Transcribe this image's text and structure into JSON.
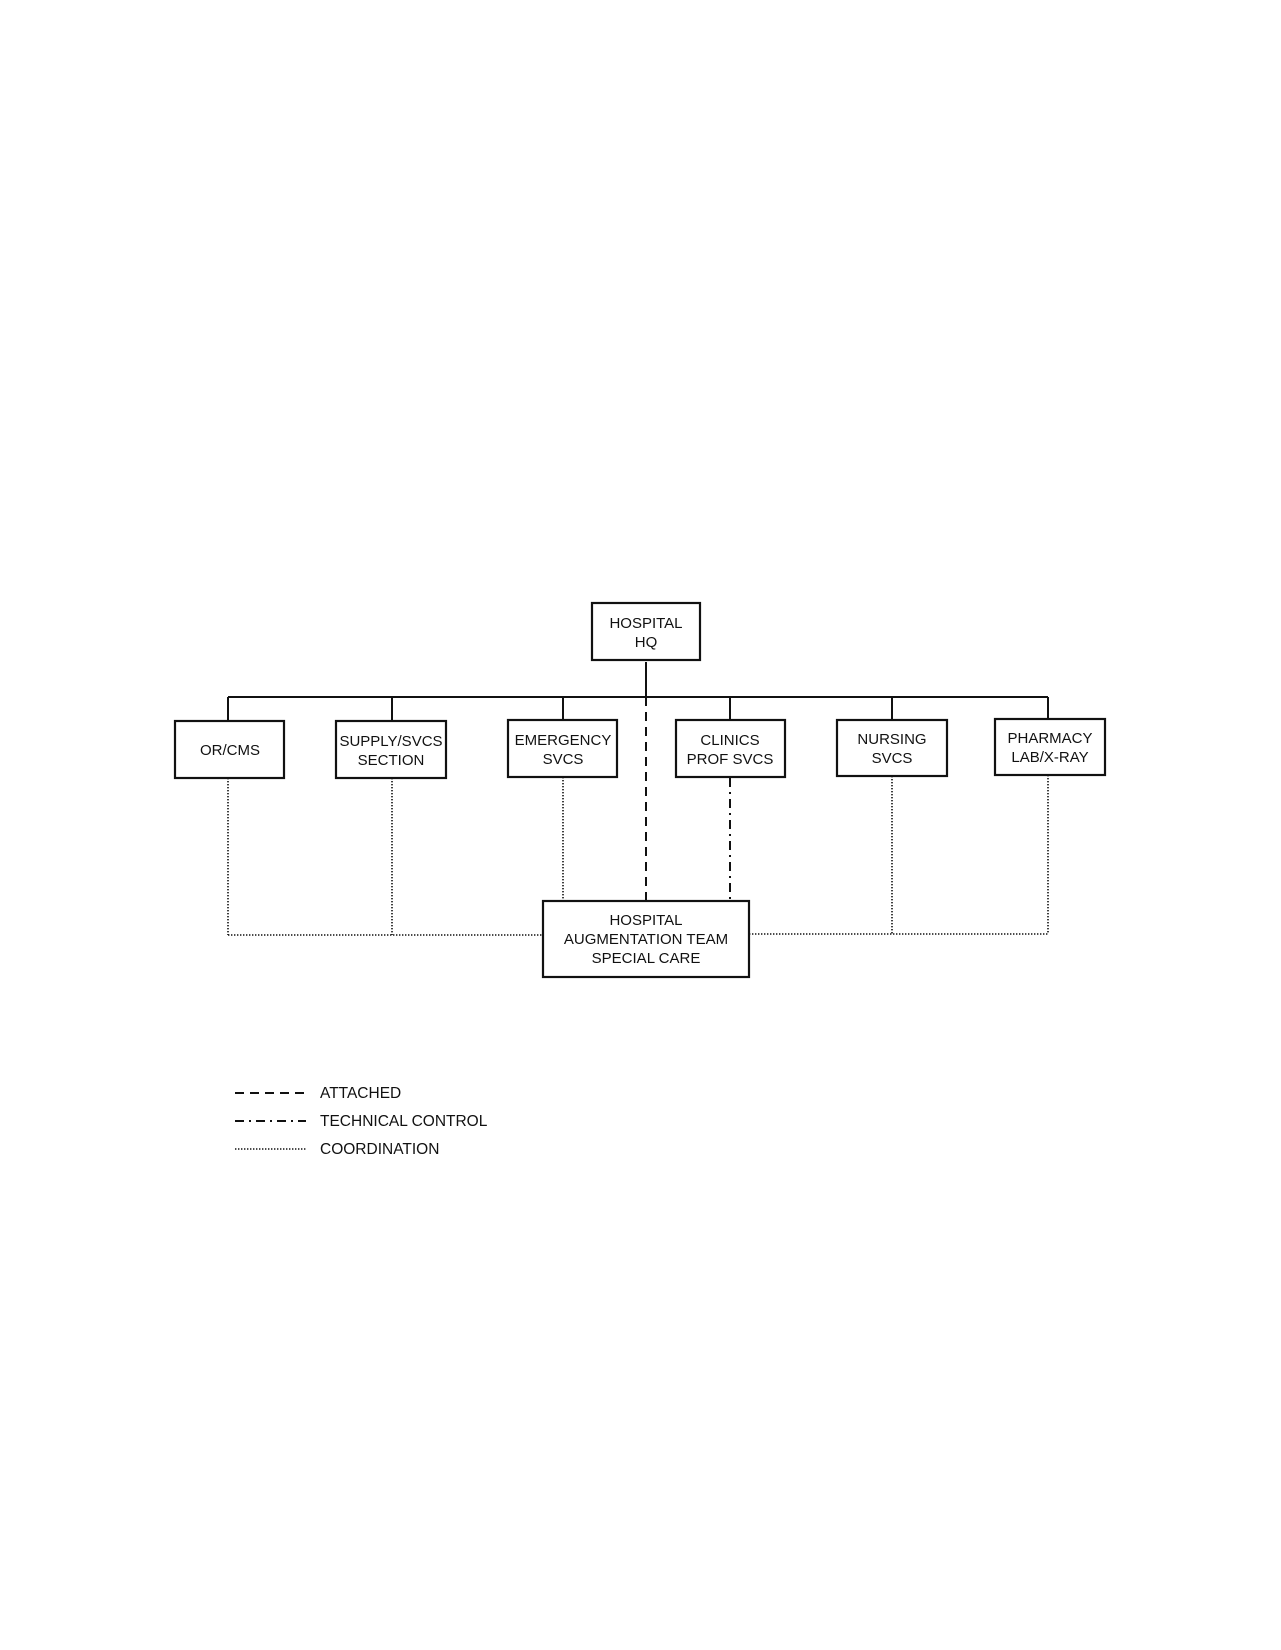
{
  "diagram": {
    "nodes": {
      "hq": {
        "line1": "HOSPITAL",
        "line2": "HQ"
      },
      "or_cms": {
        "line1": "OR/CMS"
      },
      "supply": {
        "line1": "SUPPLY/SVCS",
        "line2": "SECTION"
      },
      "emergency": {
        "line1": "EMERGENCY",
        "line2": "SVCS"
      },
      "clinics": {
        "line1": "CLINICS",
        "line2": "PROF SVCS"
      },
      "nursing": {
        "line1": "NURSING",
        "line2": "SVCS"
      },
      "pharmacy": {
        "line1": "PHARMACY",
        "line2": "LAB/X-RAY"
      },
      "augmentation": {
        "line1": "HOSPITAL",
        "line2": "AUGMENTATION TEAM",
        "line3": "SPECIAL CARE"
      }
    },
    "relationships": [
      {
        "from": "HOSPITAL HQ",
        "to": "OR/CMS",
        "type": "solid"
      },
      {
        "from": "HOSPITAL HQ",
        "to": "SUPPLY/SVCS SECTION",
        "type": "solid"
      },
      {
        "from": "HOSPITAL HQ",
        "to": "EMERGENCY SVCS",
        "type": "solid"
      },
      {
        "from": "HOSPITAL HQ",
        "to": "CLINICS PROF SVCS",
        "type": "solid"
      },
      {
        "from": "HOSPITAL HQ",
        "to": "NURSING SVCS",
        "type": "solid"
      },
      {
        "from": "HOSPITAL HQ",
        "to": "PHARMACY LAB/X-RAY",
        "type": "solid"
      },
      {
        "from": "HOSPITAL HQ",
        "to": "HOSPITAL AUGMENTATION TEAM SPECIAL CARE",
        "type": "attached"
      },
      {
        "from": "CLINICS PROF SVCS",
        "to": "HOSPITAL AUGMENTATION TEAM SPECIAL CARE",
        "type": "technical control"
      },
      {
        "from": "OR/CMS",
        "to": "HOSPITAL AUGMENTATION TEAM SPECIAL CARE",
        "type": "coordination"
      },
      {
        "from": "SUPPLY/SVCS SECTION",
        "to": "HOSPITAL AUGMENTATION TEAM SPECIAL CARE",
        "type": "coordination"
      },
      {
        "from": "EMERGENCY SVCS",
        "to": "HOSPITAL AUGMENTATION TEAM SPECIAL CARE",
        "type": "coordination"
      },
      {
        "from": "NURSING SVCS",
        "to": "HOSPITAL AUGMENTATION TEAM SPECIAL CARE",
        "type": "coordination"
      },
      {
        "from": "PHARMACY LAB/X-RAY",
        "to": "HOSPITAL AUGMENTATION TEAM SPECIAL CARE",
        "type": "coordination"
      }
    ]
  },
  "legend": {
    "attached": "ATTACHED",
    "technical_control": "TECHNICAL CONTROL",
    "coordination": "COORDINATION"
  },
  "colors": {
    "ink": "#111111",
    "background": "#ffffff"
  }
}
